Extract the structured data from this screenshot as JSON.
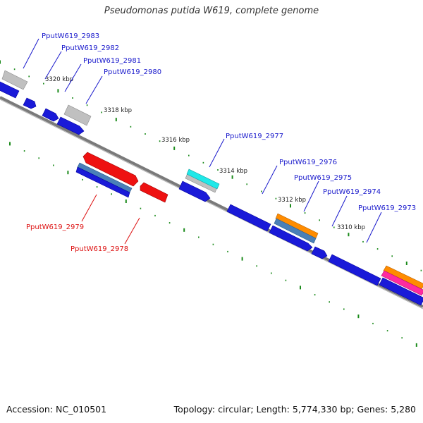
{
  "title": "Pseudomonas putida W619, complete genome",
  "footer": {
    "accession": "Accession: NC_010501",
    "summary": "Topology: circular; Length: 5,774,330 bp; Genes: 5,280"
  },
  "colors": {
    "backbone": "#7a7a7a",
    "tick": "#1a8a1a",
    "plus_label": "#1a1acc",
    "minus_label": "#dd1111"
  },
  "kbp_marks": [
    "3320 kbp",
    "3318 kbp",
    "3316 kbp",
    "3314 kbp",
    "3312 kbp",
    "3310 kbp"
  ],
  "genes_plus": [
    {
      "name": "PputW619_2983"
    },
    {
      "name": "PputW619_2982"
    },
    {
      "name": "PputW619_2981"
    },
    {
      "name": "PputW619_2980"
    },
    {
      "name": "PputW619_2977"
    },
    {
      "name": "PputW619_2976"
    },
    {
      "name": "PputW619_2975"
    },
    {
      "name": "PputW619_2974"
    },
    {
      "name": "PputW619_2973"
    }
  ],
  "genes_minus": [
    {
      "name": "PputW619_2979"
    },
    {
      "name": "PputW619_2978"
    }
  ]
}
